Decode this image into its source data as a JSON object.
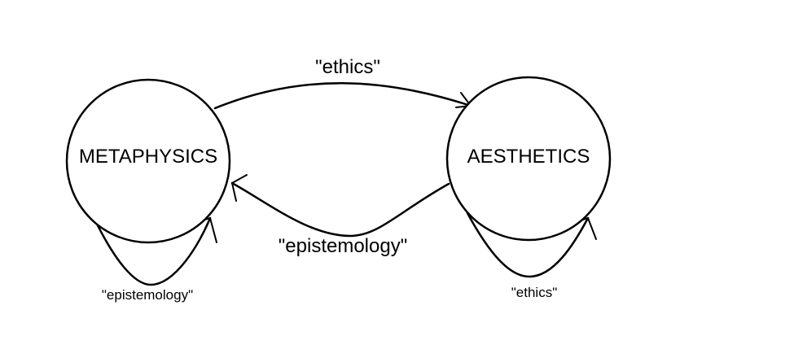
{
  "diagram": {
    "nodes": [
      {
        "id": "metaphysics",
        "label": "METAPHYSICS"
      },
      {
        "id": "aesthetics",
        "label": "AESTHETICS"
      }
    ],
    "edges": [
      {
        "from": "metaphysics",
        "to": "aesthetics",
        "label": "\"ethics\""
      },
      {
        "from": "aesthetics",
        "to": "metaphysics",
        "label": "\"epistemology\""
      },
      {
        "from": "metaphysics",
        "to": "metaphysics",
        "label": "\"epistemology\""
      },
      {
        "from": "aesthetics",
        "to": "aesthetics",
        "label": "\"ethics\""
      }
    ],
    "colors": {
      "stroke": "#000000",
      "background": "#ffffff"
    }
  }
}
